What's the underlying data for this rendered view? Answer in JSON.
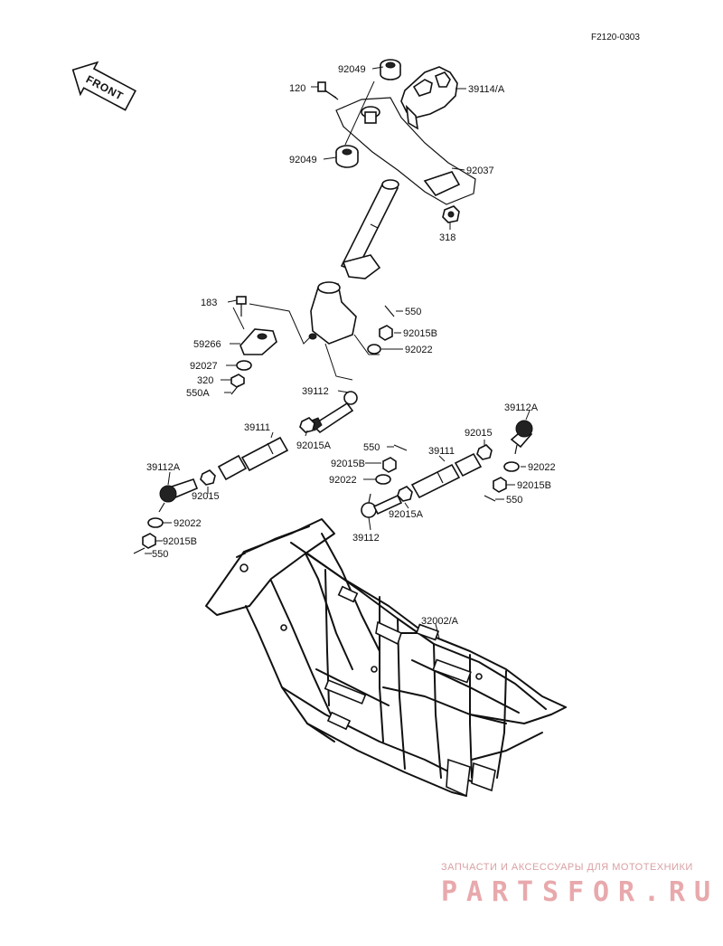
{
  "diagram_code": "F2120-0303",
  "front_label": "FRONT",
  "watermark": {
    "tagline": "ЗАПЧАСТИ И АКСЕССУАРЫ ДЛЯ МОТОТЕХНИКИ",
    "brand": "PARTSFOR.RU"
  },
  "callouts": [
    "92049",
    "120",
    "39114/A",
    "92049",
    "92037",
    "318",
    "183",
    "550",
    "92015B",
    "59266",
    "92022",
    "92027",
    "320",
    "550A",
    "39112",
    "39112A",
    "39111",
    "92015",
    "92015A",
    "550",
    "39111",
    "92015B",
    "92022",
    "92022",
    "92015B",
    "39112A",
    "92015",
    "92022",
    "92015B",
    "550",
    "92015A",
    "39112",
    "550",
    "32002/A"
  ]
}
